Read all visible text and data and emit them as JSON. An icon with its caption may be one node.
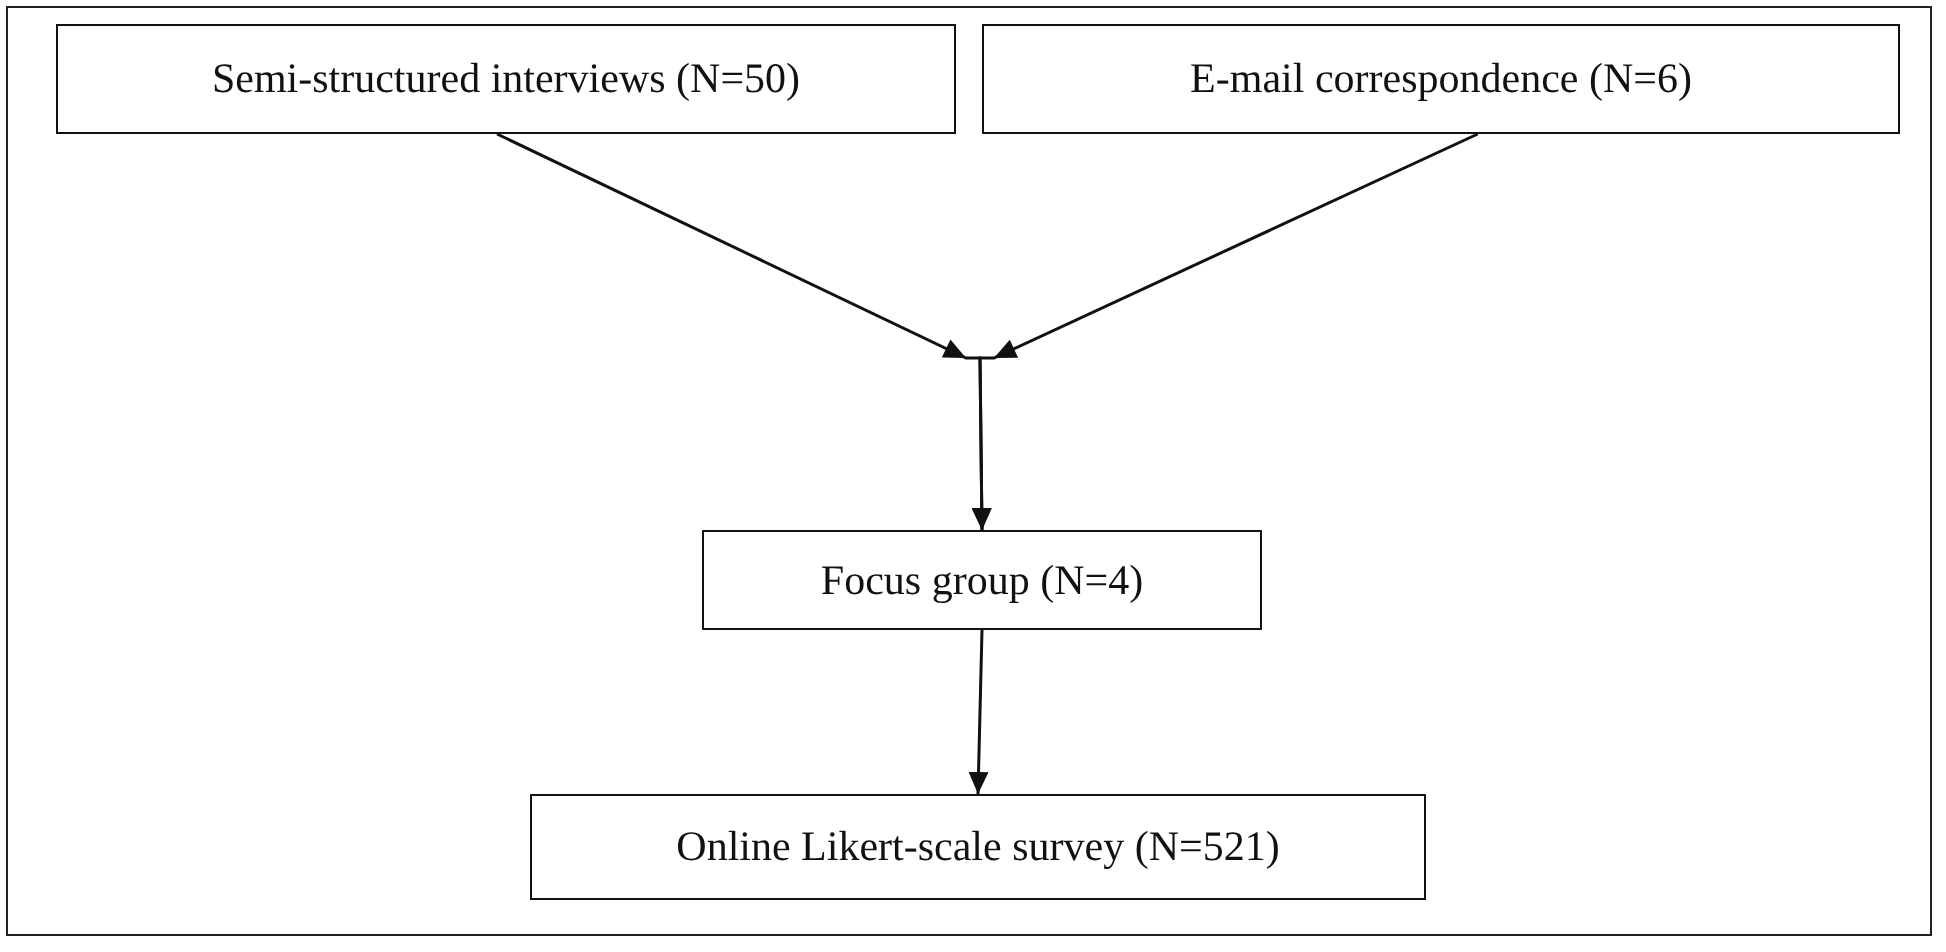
{
  "diagram": {
    "nodes": [
      {
        "text": [
          "Semi-structured interviews (N=50)"
        ]
      },
      {
        "text": [
          "E-mail correspondence (N=6)"
        ]
      },
      {
        "text": [
          "Focus group (N=4)"
        ]
      },
      {
        "text": [
          "Online Likert-scale survey (N=521)"
        ]
      }
    ],
    "edges": [
      {
        "from": 0,
        "to": 2,
        "arrow": "to"
      },
      {
        "from": 1,
        "to": 2,
        "arrow": "to"
      },
      {
        "from": 2,
        "to": 3,
        "arrow": "to"
      }
    ]
  }
}
